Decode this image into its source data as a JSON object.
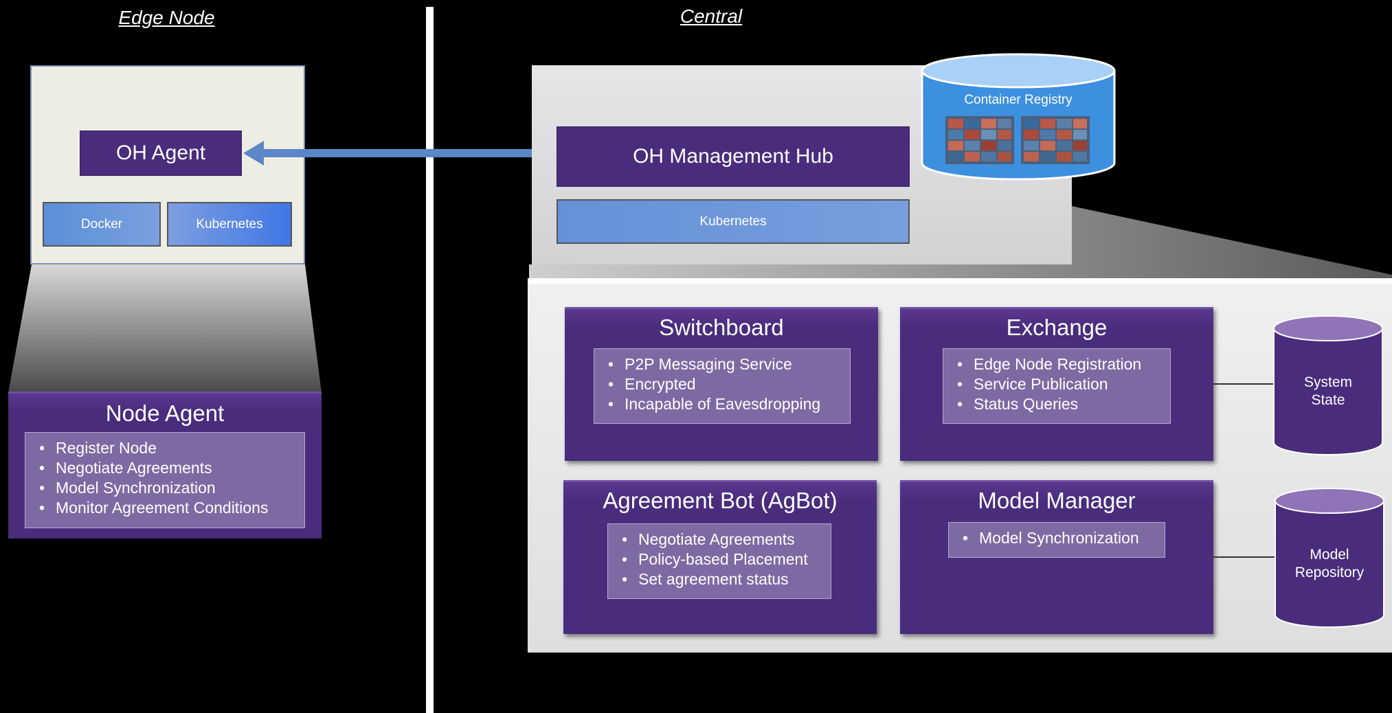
{
  "sections": {
    "edge": "Edge Node",
    "central": "Central"
  },
  "edge": {
    "agent_label": "OH Agent",
    "docker_label": "Docker",
    "kubernetes_label": "Kubernetes"
  },
  "central": {
    "hub_label": "OH Management Hub",
    "kubernetes_label": "Kubernetes",
    "registry_label": "Container Registry"
  },
  "node_agent": {
    "title": "Node Agent",
    "items": [
      "Register Node",
      "Negotiate Agreements",
      "Model Synchronization",
      "Monitor Agreement Conditions"
    ]
  },
  "switchboard": {
    "title": "Switchboard",
    "items": [
      "P2P Messaging Service",
      "Encrypted",
      "Incapable of Eavesdropping"
    ]
  },
  "exchange": {
    "title": "Exchange",
    "items": [
      "Edge Node Registration",
      "Service Publication",
      "Status Queries"
    ]
  },
  "agbot": {
    "title": "Agreement Bot (AgBot)",
    "items": [
      "Negotiate Agreements",
      "Policy-based Placement",
      "Set agreement status"
    ]
  },
  "model_manager": {
    "title": "Model Manager",
    "items": [
      "Model Synchronization"
    ]
  },
  "databases": {
    "system_state": [
      "System",
      "State"
    ],
    "model_repository": [
      "Model",
      "Repository"
    ]
  },
  "colors": {
    "purple": "#4a2c7c",
    "blue": "#5b8fd6",
    "registry_blue": "#3d8fe0",
    "arrow": "#5b87c6"
  }
}
